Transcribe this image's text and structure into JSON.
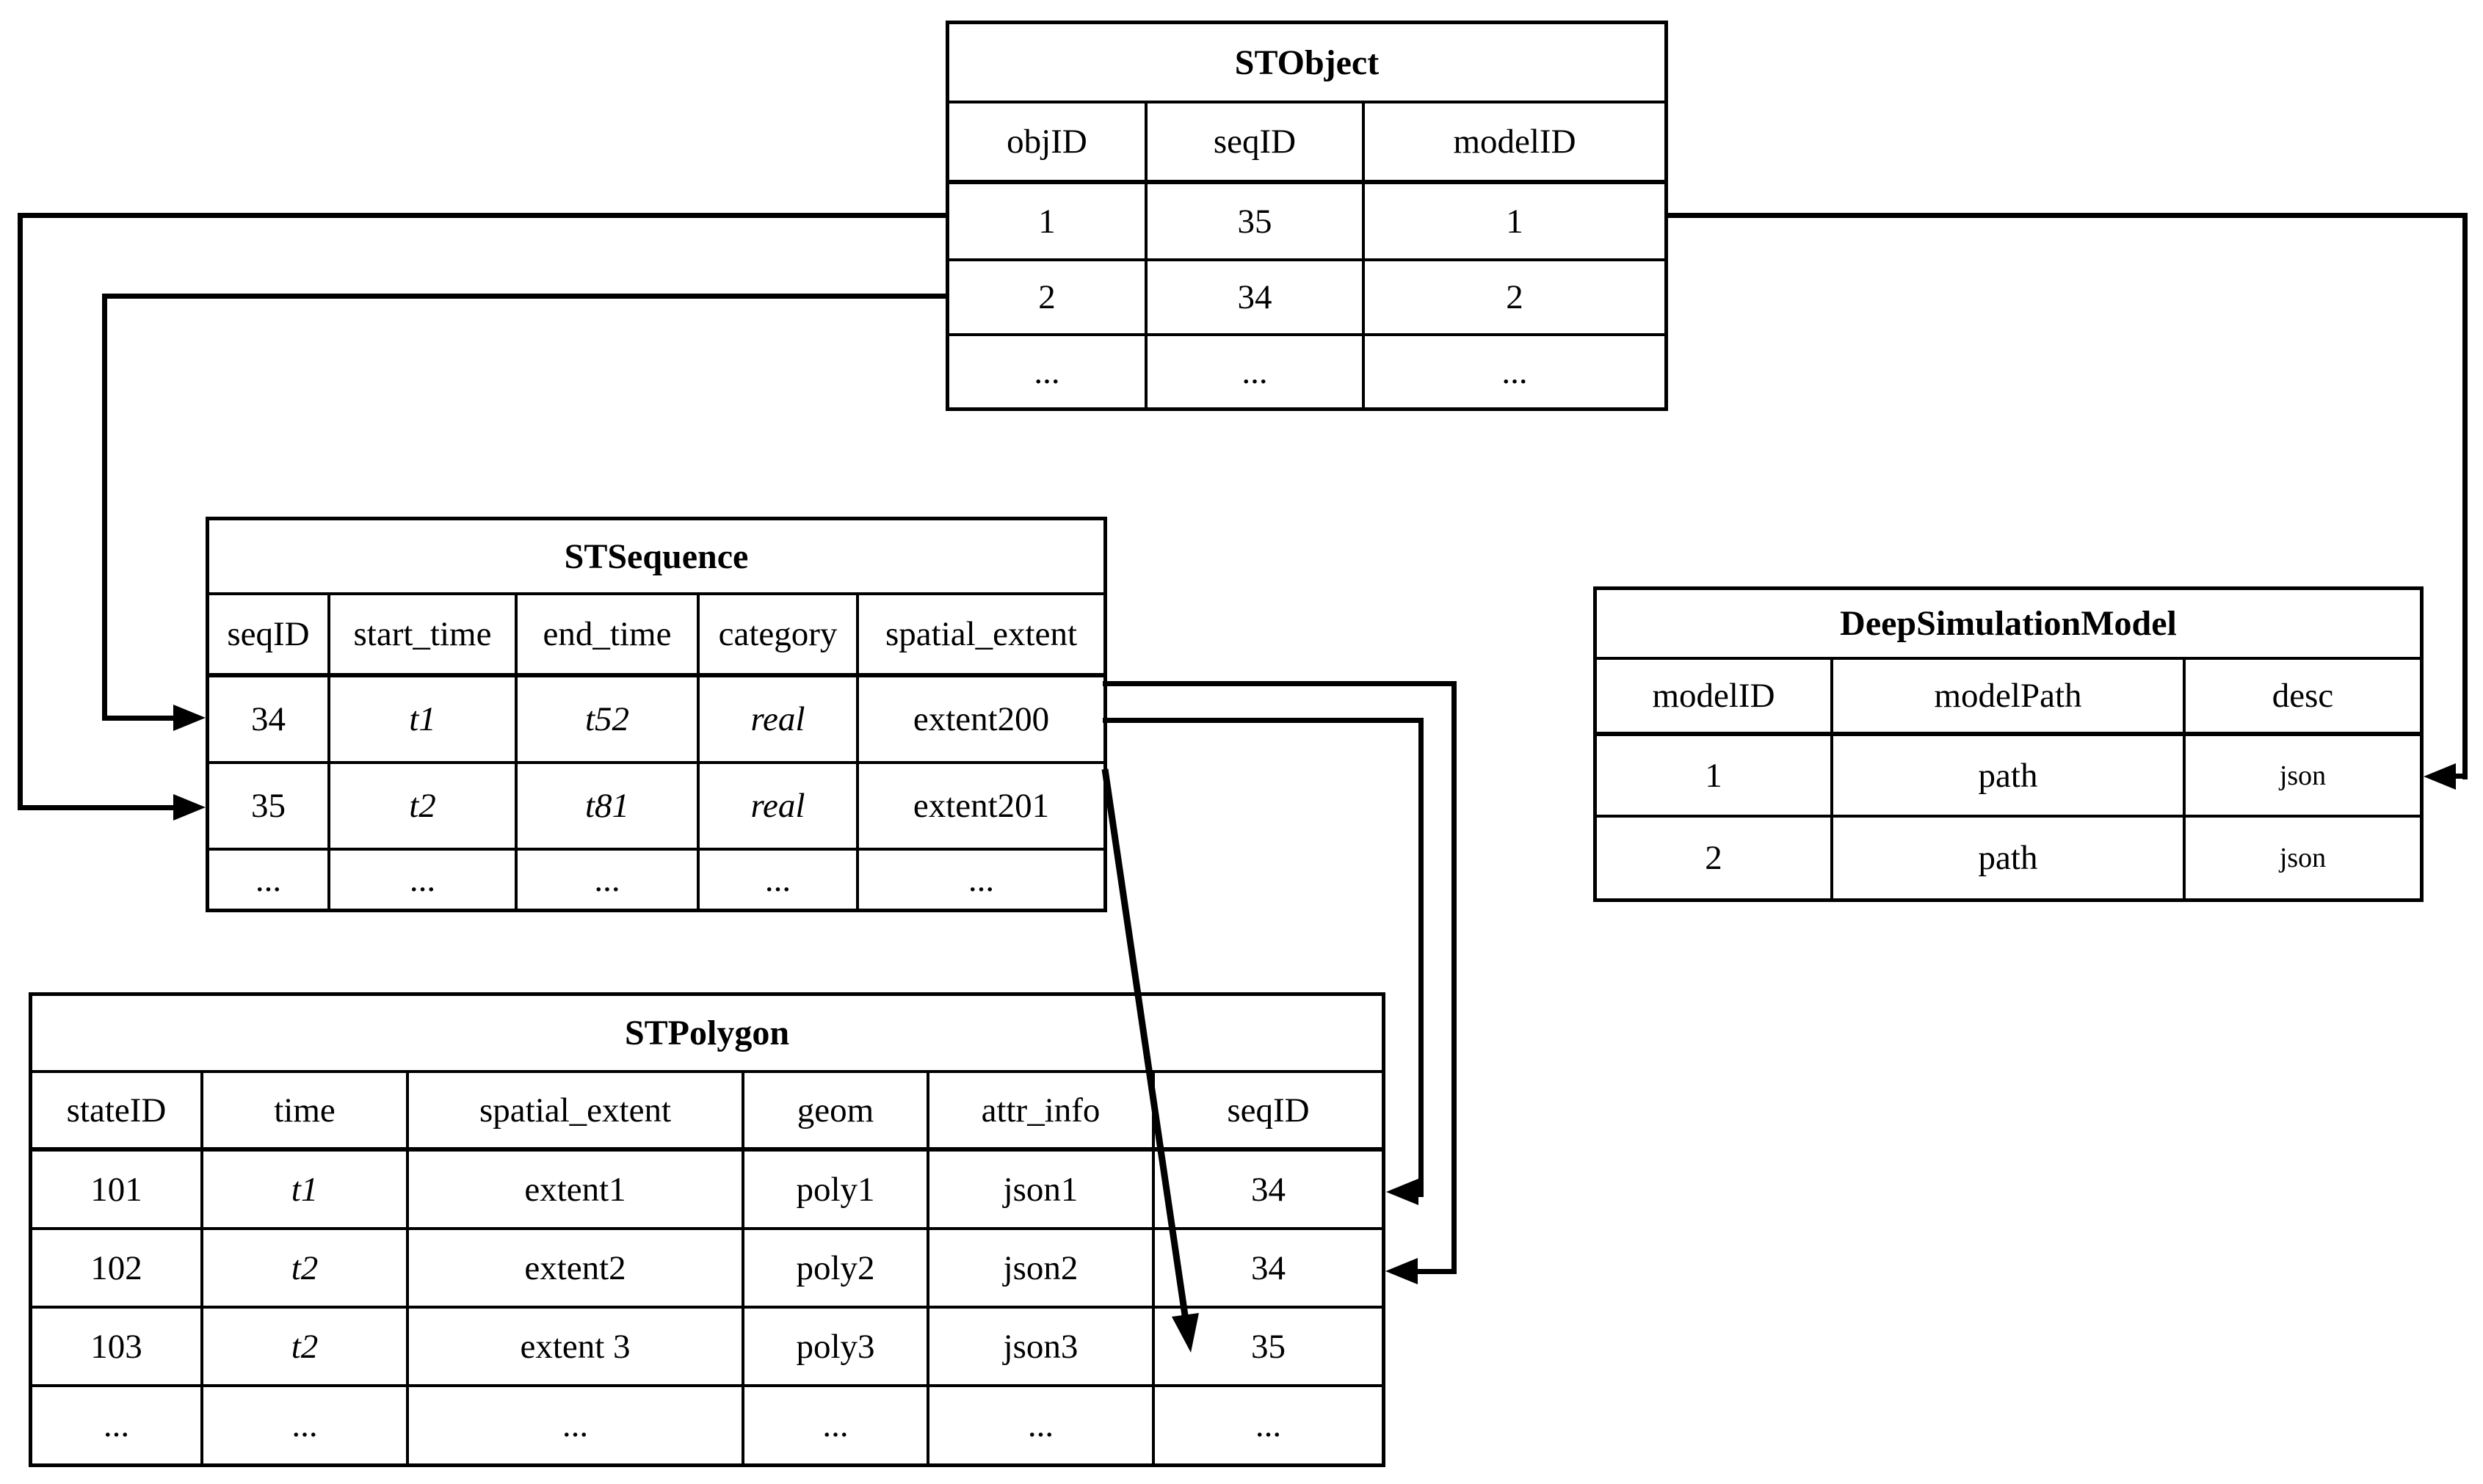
{
  "figure": {
    "background": "#ffffff",
    "ink_color": "#000000",
    "type": "database-schema-diagram"
  },
  "tables": {
    "stobject": {
      "title": "STObject",
      "columns": [
        "objID",
        "seqID",
        "modelID"
      ],
      "rows": [
        [
          "1",
          "35",
          "1"
        ],
        [
          "2",
          "34",
          "2"
        ],
        [
          "...",
          "...",
          "..."
        ]
      ]
    },
    "stsequence": {
      "title": "STSequence",
      "columns": [
        "seqID",
        "start_time",
        "end_time",
        "category",
        "spatial_extent"
      ],
      "rows": [
        [
          "34",
          "t1",
          "t52",
          "real",
          "extent200"
        ],
        [
          "35",
          "t2",
          "t81",
          "real",
          "extent201"
        ],
        [
          "...",
          "...",
          "...",
          "...",
          "..."
        ]
      ]
    },
    "deepsimulationmodel": {
      "title": "DeepSimulationModel",
      "columns": [
        "modelID",
        "modelPath",
        "desc"
      ],
      "rows": [
        [
          "1",
          "path",
          "json"
        ],
        [
          "2",
          "path",
          "json"
        ]
      ]
    },
    "stpolygon": {
      "title": "STPolygon",
      "columns": [
        "stateID",
        "time",
        "spatial_extent",
        "geom",
        "attr_info",
        "seqID"
      ],
      "rows": [
        [
          "101",
          "t1",
          "extent1",
          "poly1",
          "json1",
          "34"
        ],
        [
          "102",
          "t2",
          "extent2",
          "poly2",
          "json2",
          "34"
        ],
        [
          "103",
          "t2",
          "extent 3",
          "poly3",
          "json3",
          "35"
        ],
        [
          "...",
          "...",
          "...",
          "...",
          "...",
          "..."
        ]
      ]
    }
  },
  "connections": [
    {
      "from": "STObject row objID=1 (seqID 35)",
      "to": "STSequence row seqID=35",
      "side": "left"
    },
    {
      "from": "STObject row objID=2 (seqID 34)",
      "to": "STSequence row seqID=34",
      "side": "left"
    },
    {
      "from": "STObject row objID=1 (modelID 1)",
      "to": "DeepSimulationModel row modelID=1",
      "side": "right"
    },
    {
      "from": "STSequence row seqID=34",
      "to": "STPolygon row stateID=101 (seqID 34)",
      "side": "right"
    },
    {
      "from": "STSequence row seqID=34",
      "to": "STPolygon row stateID=102 (seqID 34)",
      "side": "right"
    },
    {
      "from": "STSequence row seqID=35",
      "to": "STPolygon row stateID=103 (seqID 35)",
      "side": "diagonal"
    }
  ]
}
